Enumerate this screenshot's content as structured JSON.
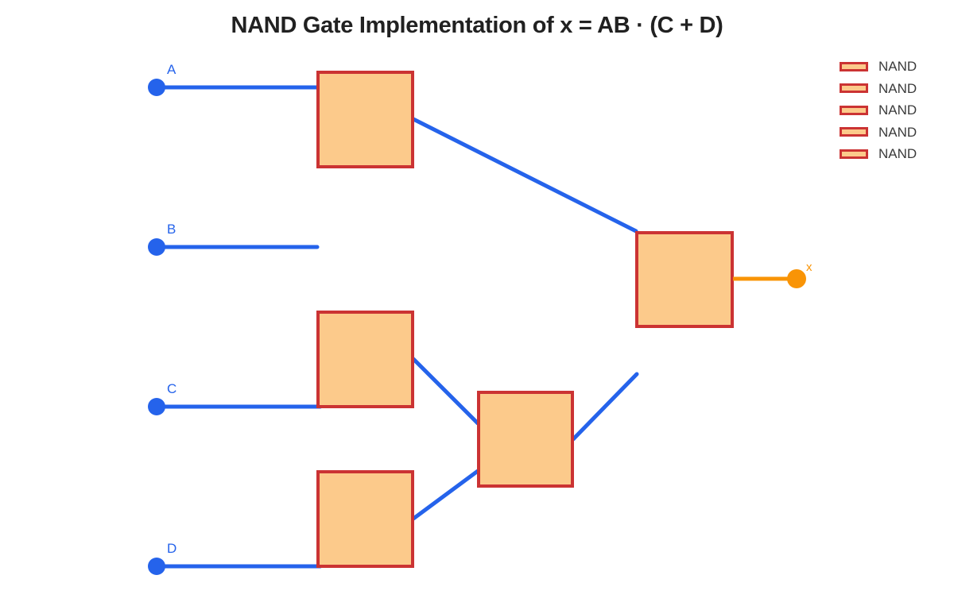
{
  "title": "NAND Gate Implementation of x = AB · (C + D)",
  "inputs": [
    {
      "label": "A"
    },
    {
      "label": "B"
    },
    {
      "label": "C"
    },
    {
      "label": "D"
    }
  ],
  "output": {
    "label": "x"
  },
  "legend": {
    "items": [
      {
        "label": "NAND",
        "swatch": "nand-gate-swatch"
      },
      {
        "label": "NAND",
        "swatch": "nand-gate-swatch"
      },
      {
        "label": "NAND",
        "swatch": "nand-gate-swatch"
      },
      {
        "label": "NAND",
        "swatch": "nand-gate-swatch"
      },
      {
        "label": "NAND",
        "swatch": "nand-gate-swatch"
      }
    ]
  },
  "colors": {
    "wire_blue": "#2563eb",
    "output_orange": "#f99406",
    "gate_fill": "#fcca8b",
    "gate_border": "#cb3333",
    "title_text": "#212121",
    "legend_text": "#3b3b3b"
  }
}
